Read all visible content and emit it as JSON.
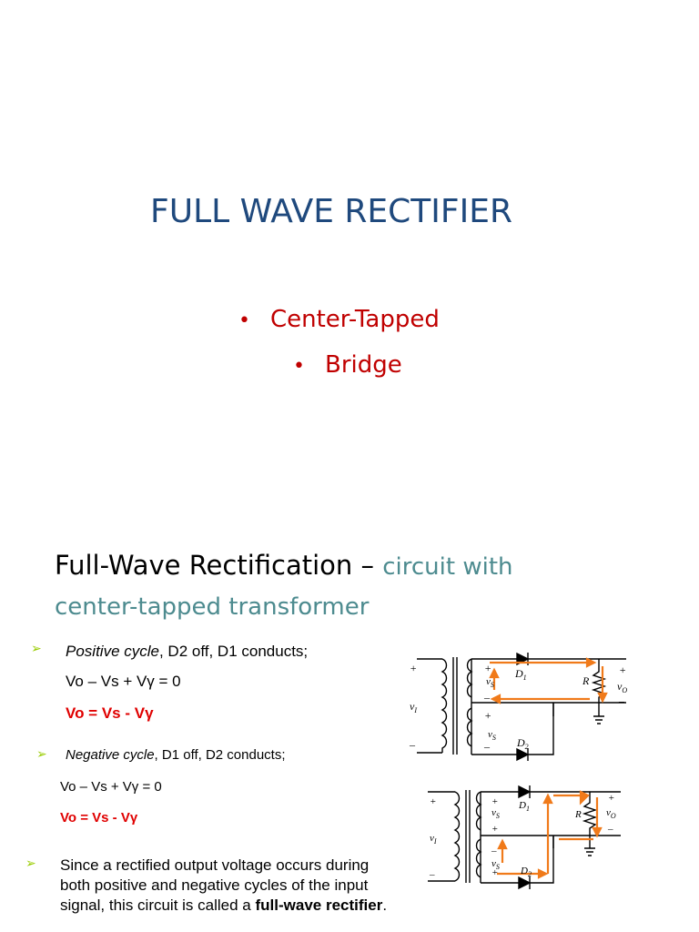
{
  "slide1": {
    "title": "FULL WAVE RECTIFIER",
    "bullets": [
      "Center-Tapped",
      "Bridge"
    ]
  },
  "slide2": {
    "title_main": "Full-Wave Rectification – ",
    "title_accent": "circuit with center-tapped transformer",
    "positive": {
      "label_italic": "Positive cycle",
      "label_rest": ", D2 off, D1 conducts;",
      "eq1": "Vo – Vs + Vγ = 0",
      "eq2": "Vo = Vs - Vγ"
    },
    "negative": {
      "label_italic": "Negative cycle",
      "label_rest": ", D1 off, D2 conducts;",
      "eq1": "Vo – Vs + Vγ = 0",
      "eq2": "Vo = Vs - Vγ"
    },
    "note_prefix": "Since a rectified output voltage occurs during both positive and negative cycles of the input signal, this circuit is called a ",
    "note_bold": "full-wave rectifier",
    "note_suffix": "."
  },
  "circuit_labels": {
    "vi": "v",
    "vi_sub": "I",
    "vs": "v",
    "vs_sub": "S",
    "d1": "D",
    "d1_sub": "1",
    "d2": "D",
    "d2_sub": "2",
    "r": "R",
    "vo": "v",
    "vo_sub": "O",
    "plus": "+",
    "minus": "–"
  },
  "colors": {
    "title": "#1f497d",
    "bullet": "#c00000",
    "accent": "#4d8b8f",
    "current": "#f07a1a",
    "arrow_marker": "#99cc00"
  }
}
